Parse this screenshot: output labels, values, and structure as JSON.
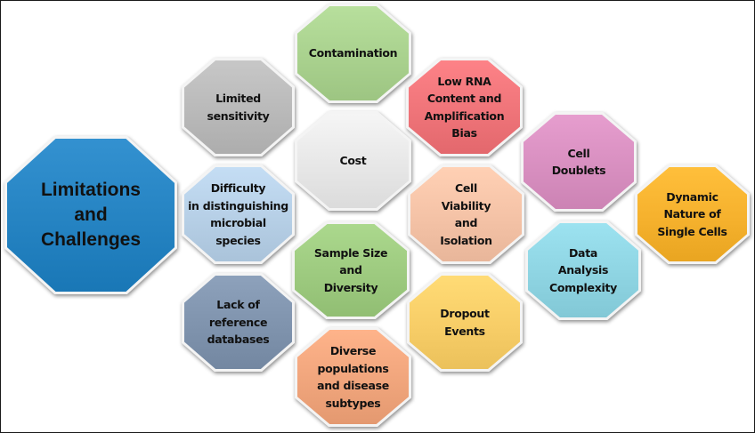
{
  "diagram": {
    "center": {
      "label": "Limitations\nand\nChallenges",
      "color": "#2583c2"
    },
    "nodes": [
      {
        "id": "limited-sensitivity",
        "label": "Limited\nsensitivity",
        "color": "#b9b9b9"
      },
      {
        "id": "difficulty-distinguishing",
        "label": "Difficulty\nin distinguishing\nmicrobial\nspecies",
        "color": "#b6cfe6"
      },
      {
        "id": "lack-reference-databases",
        "label": "Lack of\nreference\ndatabases",
        "color": "#7f93ad"
      },
      {
        "id": "contamination",
        "label": "Contamination",
        "color": "#a9d18e"
      },
      {
        "id": "cost",
        "label": "Cost",
        "color": "#e7e7e7"
      },
      {
        "id": "sample-size-diversity",
        "label": "Sample Size\nand\nDiversity",
        "color": "#9dca7f"
      },
      {
        "id": "diverse-populations",
        "label": "Diverse\npopulations\nand disease\nsubtypes",
        "color": "#f0a57c"
      },
      {
        "id": "low-rna-content",
        "label": "Low RNA\nContent and\nAmplification\nBias",
        "color": "#ef7479"
      },
      {
        "id": "cell-viability",
        "label": "Cell\nViability\nand\nIsolation",
        "color": "#f4c2a6"
      },
      {
        "id": "dropout-events",
        "label": "Dropout\nEvents",
        "color": "#f7cd67"
      },
      {
        "id": "cell-doublets",
        "label": "Cell\nDoublets",
        "color": "#d88fc0"
      },
      {
        "id": "data-analysis-complexity",
        "label": "Data\nAnalysis\nComplexity",
        "color": "#8ed4e2"
      },
      {
        "id": "dynamic-nature",
        "label": "Dynamic\nNature of\nSingle Cells",
        "color": "#f5b12d"
      }
    ]
  }
}
